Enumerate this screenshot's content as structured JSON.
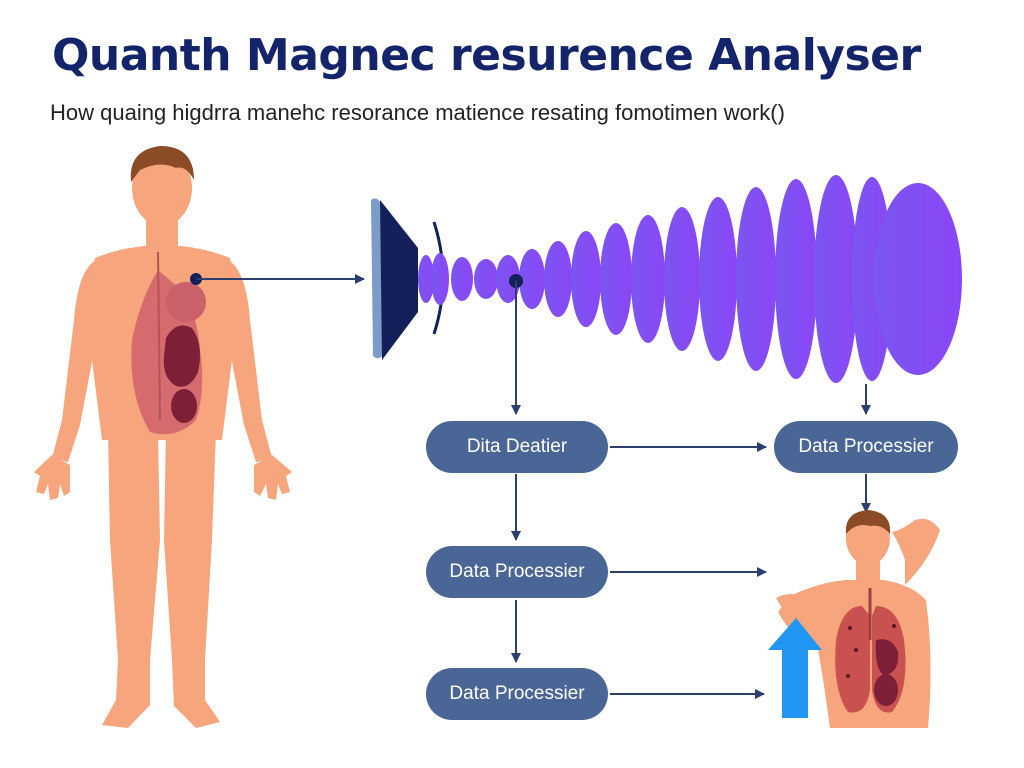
{
  "header": {
    "title": "Quanth Magnec resurence Analyser",
    "subtitle": "How quaing higdrra manehc resorance matience resating fomotimen work()"
  },
  "flow": {
    "node_detector": "Dita Deatier",
    "node_processor_right": "Data Processier",
    "node_processor_mid": "Data Processier",
    "node_processor_bottom": "Data Processier"
  },
  "colors": {
    "title": "#14246b",
    "skin": "#f6a57c",
    "hair": "#8a4b26",
    "organ_light": "#c9606a",
    "organ_dark": "#7d1f36",
    "wave": "#8a4ff5",
    "scanner": "#13205a",
    "pill": "#4a6697",
    "arrow": "#2c3e6e",
    "up_arrow": "#2196f3"
  }
}
